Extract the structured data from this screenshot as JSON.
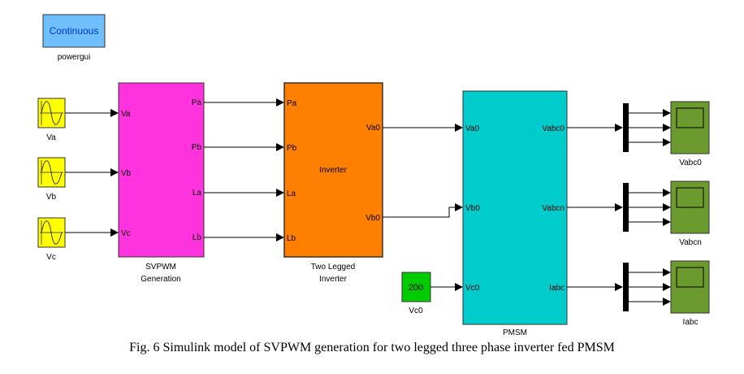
{
  "caption": "Fig. 6 Simulink model of SVPWM generation for two legged three phase inverter fed PMSM",
  "colors": {
    "powergui": "#6fbfff",
    "sine": "#ffff00",
    "svpwm": "#ff33dd",
    "inverter": "#ff8000",
    "pmsm": "#00cccc",
    "constant": "#00cc00",
    "scope": "#6b9a2e",
    "line": "#000000"
  },
  "powergui": {
    "text": "Continuous",
    "label": "powergui"
  },
  "sources": [
    {
      "label": "Va"
    },
    {
      "label": "Vb"
    },
    {
      "label": "Vc"
    }
  ],
  "svpwm": {
    "label_line1": "SVPWM",
    "label_line2": "Generation",
    "inputs": [
      "Va",
      "Vb",
      "Vc"
    ],
    "outputs": [
      "Pa",
      "Pb",
      "La",
      "Lb"
    ]
  },
  "inverter": {
    "center_text": "Inverter",
    "label_line1": "Two Legged",
    "label_line2": "Inverter",
    "inputs": [
      "Pa",
      "Pb",
      "La",
      "Lb"
    ],
    "outputs": [
      "Va0",
      "Vb0"
    ]
  },
  "constant": {
    "value": "200",
    "label": "Vc0"
  },
  "pmsm": {
    "label": "PMSM",
    "inputs": [
      "Va0",
      "Vb0",
      "Vc0"
    ],
    "outputs": [
      "Vabc0",
      "Vabcn",
      "Iabc"
    ]
  },
  "scopes": [
    {
      "label": "Vabc0"
    },
    {
      "label": "Vabcn"
    },
    {
      "label": "Iabc"
    }
  ]
}
